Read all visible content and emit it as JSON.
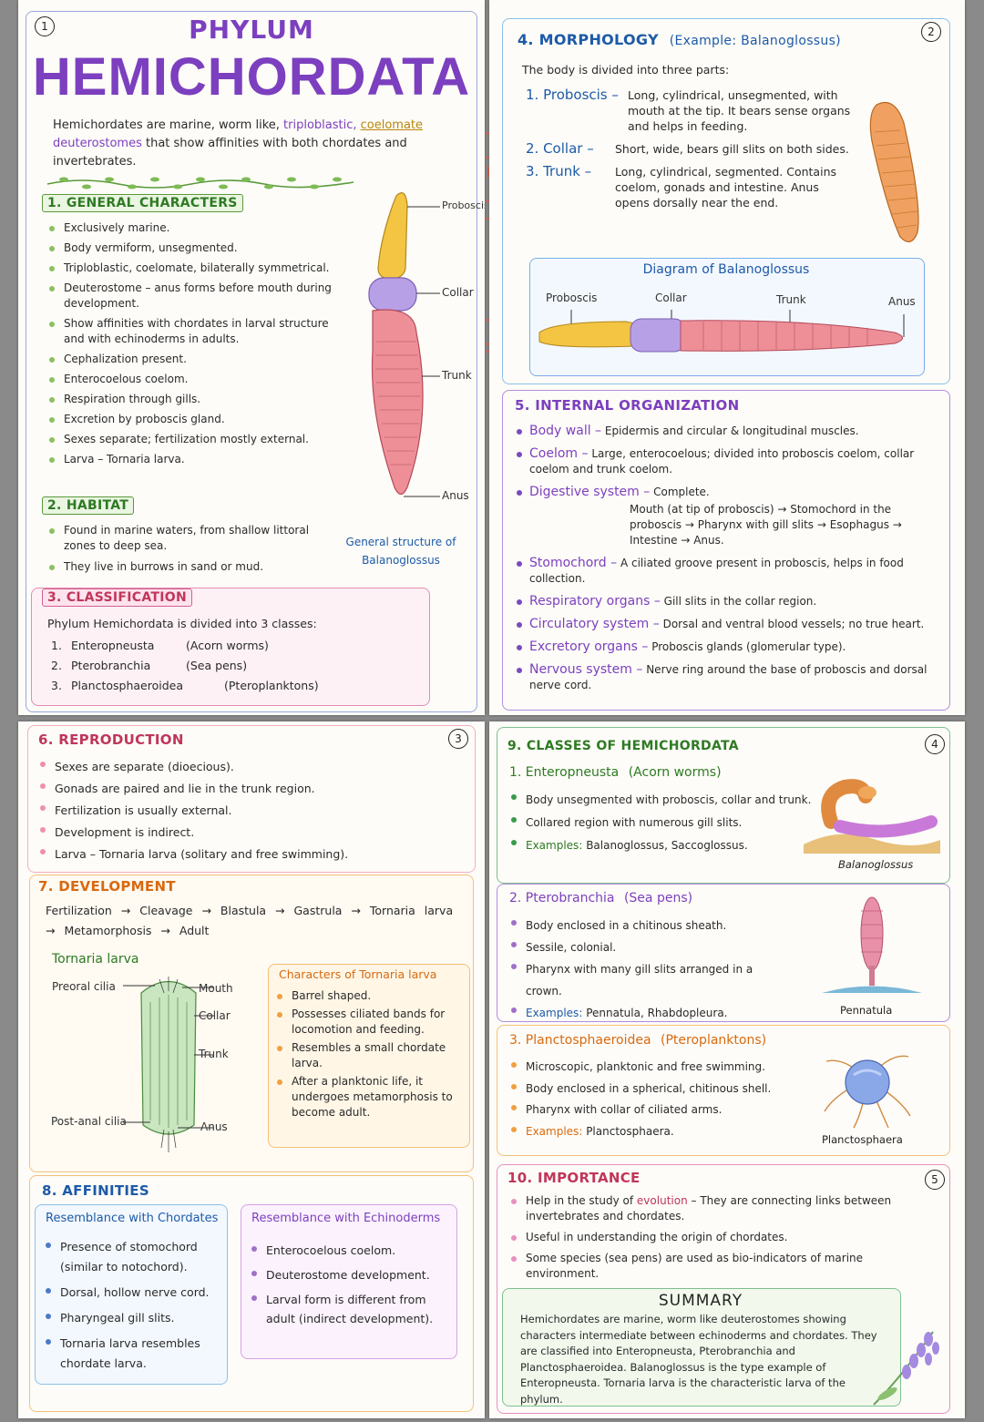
{
  "p1": {
    "num": "1",
    "title_small": "PHYLUM",
    "title_big": "HEMICHORDATA",
    "intro": {
      "a": "Hemichordates are marine, worm like, ",
      "b": "triploblastic,",
      "c": "coelomate",
      "d": " deuterostomes",
      "e": " that show affinities",
      "f": "with both chordates and invertebrates."
    },
    "general": {
      "heading": "1. GENERAL CHARACTERS",
      "items": [
        "Exclusively marine.",
        "Body vermiform, unsegmented.",
        "Triploblastic, coelomate, bilaterally symmetrical.",
        "Deuterostome – anus forms before mouth during development.",
        "Show affinities with chordates in larval structure and with echinoderms in adults.",
        "Cephalization present.",
        "Enterocoelous coelom.",
        "Respiration through gills.",
        "Excretion by proboscis gland.",
        "Sexes separate; fertilization mostly external.",
        "Larva – Tornaria larva."
      ]
    },
    "worm_labels": {
      "proboscis": "Proboscis",
      "collar": "Collar",
      "trunk": "Trunk",
      "anus": "Anus"
    },
    "worm_caption": "General structure of Balanoglossus",
    "habitat": {
      "heading": "2. HABITAT",
      "items": [
        "Found in marine waters, from shallow littoral zones to deep sea.",
        "They live in burrows in sand or mud."
      ]
    },
    "classification": {
      "heading": "3. CLASSIFICATION",
      "intro": "Phylum Hemichordata is divided into 3 classes:",
      "classes": [
        {
          "n": "1.",
          "name": "Enteropneusta",
          "common": "(Acorn worms)"
        },
        {
          "n": "2.",
          "name": "Pterobranchia",
          "common": "(Sea pens)"
        },
        {
          "n": "3.",
          "name": "Planctosphaeroidea",
          "common": "(Pteroplanktons)"
        }
      ]
    }
  },
  "watermark": "living world -Biology",
  "p2": {
    "num": "2",
    "morph": {
      "heading": "4. MORPHOLOGY",
      "example": "(Example: Balanoglossus)",
      "intro": "The body is divided into three parts:",
      "parts": [
        {
          "name": "1. Proboscis –",
          "desc": "Long, cylindrical, unsegmented, with mouth at the tip. It bears sense organs and helps in feeding."
        },
        {
          "name": "2. Collar –",
          "desc": "Short, wide, bears gill slits on both sides."
        },
        {
          "name": "3. Trunk –",
          "desc": "Long, cylindrical, segmented. Contains coelom, gonads and intestine. Anus opens dorsally near the end."
        }
      ],
      "diagram_title": "Diagram of Balanoglossus",
      "diagram_labels": {
        "proboscis": "Proboscis",
        "collar": "Collar",
        "trunk": "Trunk",
        "anus": "Anus"
      }
    },
    "internal": {
      "heading": "5. INTERNAL ORGANIZATION",
      "items": [
        {
          "term": "Body wall –",
          "desc": "Epidermis and circular & longitudinal muscles."
        },
        {
          "term": "Coelom –",
          "desc": "Large, enterocoelous; divided into proboscis coelom, collar coelom and trunk coelom."
        },
        {
          "term": "Digestive system –",
          "desc": "Complete."
        },
        {
          "term": "Stomochord –",
          "desc": "A ciliated groove present in proboscis, helps in food collection."
        },
        {
          "term": "Respiratory organs –",
          "desc": "Gill slits in the collar region."
        },
        {
          "term": "Circulatory system –",
          "desc": "Dorsal and ventral blood vessels; no true heart."
        },
        {
          "term": "Excretory organs –",
          "desc": "Proboscis glands (glomerular type)."
        },
        {
          "term": "Nervous system –",
          "desc": "Nerve ring around the base of proboscis and dorsal nerve cord."
        }
      ],
      "digestive_path": "Mouth (at tip of proboscis) → Stomochord in the proboscis → Pharynx with gill slits → Esophagus → Intestine → Anus."
    }
  },
  "p3": {
    "num": "3",
    "repro": {
      "heading": "6. REPRODUCTION",
      "items": [
        "Sexes are separate (dioecious).",
        "Gonads are paired and lie in the trunk region.",
        "Fertilization is usually external.",
        "Development is indirect.",
        "Larva – Tornaria larva (solitary and free swimming)."
      ]
    },
    "dev": {
      "heading": "7. DEVELOPMENT",
      "flow": "Fertilization → Cleavage → Blastula → Gastrula → Tornaria larva → Metamorphosis → Adult",
      "larva_title": "Tornaria larva",
      "labels": {
        "preoral": "Preoral cilia",
        "mouth": "Mouth",
        "collar": "Collar",
        "trunk": "Trunk",
        "postanal": "Post-anal cilia",
        "anus": "Anus"
      },
      "chars_heading": "Characters of Tornaria larva",
      "chars": [
        "Barrel shaped.",
        "Possesses ciliated bands for locomotion and feeding.",
        "Resembles a small chordate larva.",
        "After a planktonic life, it undergoes metamorphosis to become adult."
      ]
    },
    "aff": {
      "heading": "8. AFFINITIES",
      "chord_heading": "Resemblance with Chordates",
      "chord": [
        "Presence of stomochord (similar to notochord).",
        "Dorsal, hollow nerve cord.",
        "Pharyngeal gill slits.",
        "Tornaria larva resembles chordate larva."
      ],
      "echino_heading": "Resemblance with Echinoderms",
      "echino": [
        "Enterocoelous coelom.",
        "Deuterostome development.",
        "Larval form is different from adult (indirect development)."
      ]
    }
  },
  "p4": {
    "num": "4",
    "num5": "5",
    "classes": {
      "heading": "9. CLASSES OF HEMICHORDATA",
      "c1": {
        "title": "1. Enteropneusta",
        "common": "(Acorn worms)",
        "items": [
          "Body unsegmented with proboscis, collar and trunk.",
          "Collared region with numerous gill slits."
        ],
        "ex_label": "Examples:",
        "ex": "Balanoglossus, Saccoglossus.",
        "caption": "Balanoglossus"
      },
      "c2": {
        "title": "2. Pterobranchia",
        "common": "(Sea pens)",
        "items": [
          "Body enclosed in a chitinous sheath.",
          "Sessile, colonial.",
          "Pharynx with many gill slits arranged in a crown."
        ],
        "ex_label": "Examples:",
        "ex": "Pennatula, Rhabdopleura.",
        "caption": "Pennatula"
      },
      "c3": {
        "title": "3. Planctosphaeroidea",
        "common": "(Pteroplanktons)",
        "items": [
          "Microscopic, planktonic and free swimming.",
          "Body enclosed in a spherical, chitinous shell.",
          "Pharynx with collar of ciliated arms."
        ],
        "ex_label": "Examples:",
        "ex": "Planctosphaera.",
        "caption": "Planctosphaera"
      }
    },
    "importance": {
      "heading": "10. IMPORTANCE",
      "i1a": "Help in the study of ",
      "i1b": "evolution",
      "i1c": " – They are connecting links between invertebrates and chordates.",
      "i2": "Useful in understanding the origin of chordates.",
      "i3": "Some species (sea pens) are used as bio-indicators of marine environment."
    },
    "summary": {
      "heading": "SUMMARY",
      "text": "Hemichordates are marine, worm like deuterostomes showing characters intermediate between echinoderms and chordates. They are classified into Enteropneusta, Pterobranchia and Planctosphaeroidea. Balanoglossus is the type example of Enteropneusta. Tornaria larva is the characteristic larva of the phylum."
    }
  },
  "colors": {
    "purple": "#7c3fbf",
    "blue": "#1d5aa8",
    "green": "#2e7a23",
    "red": "#c0365a",
    "orange": "#d86a10"
  }
}
